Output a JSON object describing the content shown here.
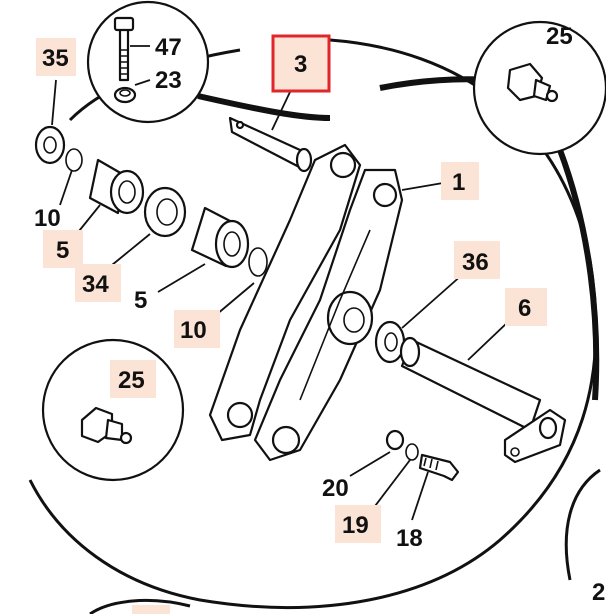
{
  "diagram": {
    "highlight_fill": "#fbe3d5",
    "selection_border": "#e0262b",
    "callouts": [
      {
        "id": "c47",
        "text": "47"
      },
      {
        "id": "c23",
        "text": "23"
      },
      {
        "id": "c35",
        "text": "35"
      },
      {
        "id": "c3",
        "text": "3"
      },
      {
        "id": "c25a",
        "text": "25"
      },
      {
        "id": "c1",
        "text": "1"
      },
      {
        "id": "c10a",
        "text": "10"
      },
      {
        "id": "c5a",
        "text": "5"
      },
      {
        "id": "c34",
        "text": "34"
      },
      {
        "id": "c5b",
        "text": "5"
      },
      {
        "id": "c10b",
        "text": "10"
      },
      {
        "id": "c36",
        "text": "36"
      },
      {
        "id": "c6",
        "text": "6"
      },
      {
        "id": "c25b",
        "text": "25"
      },
      {
        "id": "c20",
        "text": "20"
      },
      {
        "id": "c19",
        "text": "19"
      },
      {
        "id": "c18",
        "text": "18"
      },
      {
        "id": "c2",
        "text": "2"
      }
    ],
    "selected_part": "3"
  }
}
